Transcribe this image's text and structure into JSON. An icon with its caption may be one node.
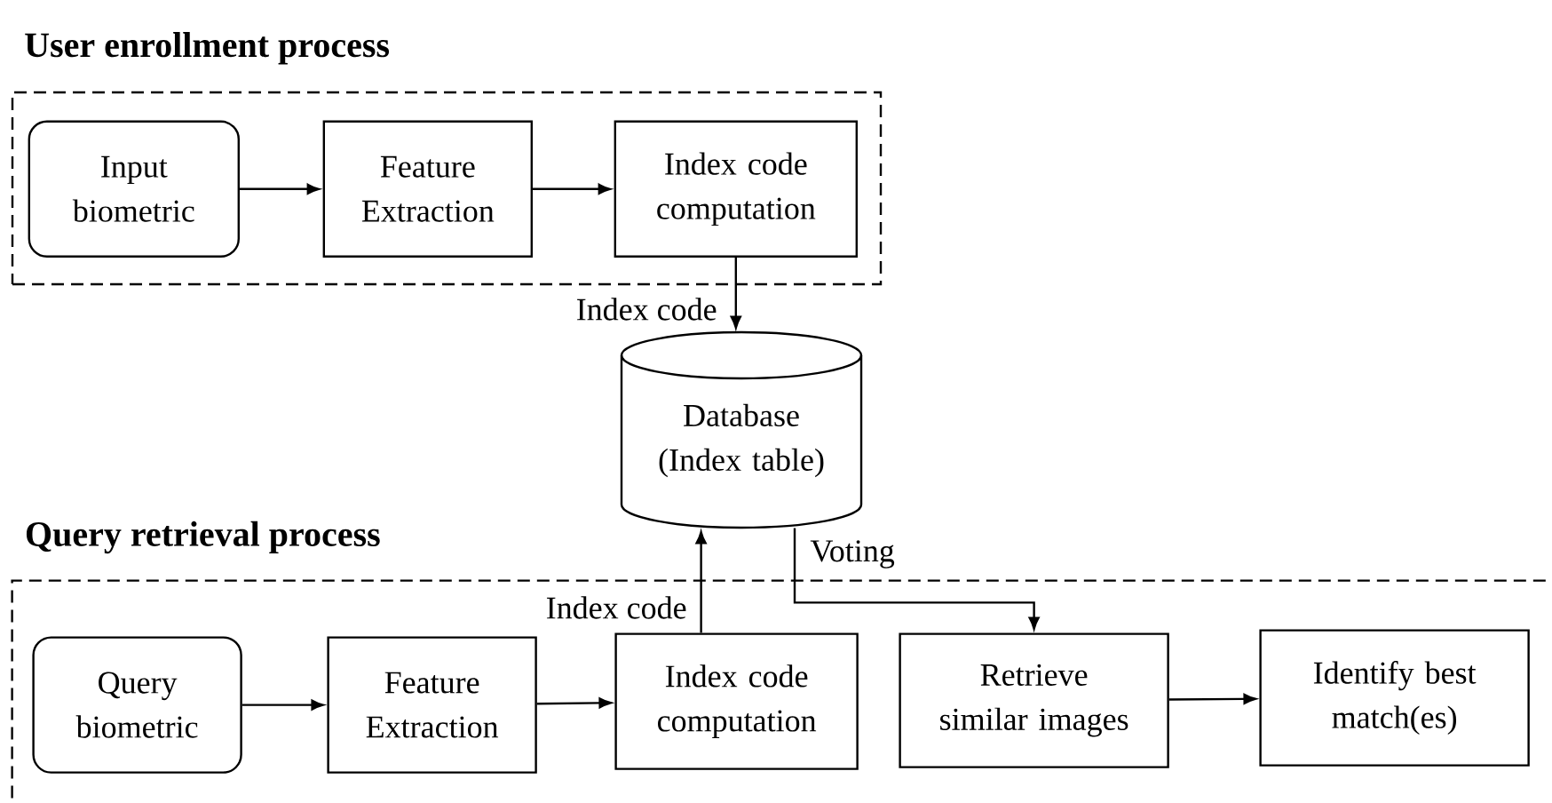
{
  "diagram": {
    "nodes": [
      {
        "text": [
          "User enrollment process"
        ]
      },
      {
        "text": [
          "Input biometric"
        ],
        "in": 0
      },
      {
        "text": [
          "Feature Extraction"
        ],
        "in": 0
      },
      {
        "text": [
          "Index code computation"
        ],
        "in": 0
      },
      {
        "text": [
          "Database (Index table)"
        ]
      },
      {
        "text": [
          "Query retrieval process"
        ]
      },
      {
        "text": [
          "Query biometric"
        ],
        "in": 5
      },
      {
        "text": [
          "Feature Extraction"
        ],
        "in": 5
      },
      {
        "text": [
          "Index code computation"
        ],
        "in": 5
      },
      {
        "text": [
          "Retrieve similar images"
        ],
        "in": 5
      },
      {
        "text": [
          "Identify best match(es)"
        ],
        "in": 5
      }
    ],
    "edges": [
      {
        "from": 1,
        "to": 2,
        "arrow": "to"
      },
      {
        "from": 2,
        "to": 3,
        "arrow": "to"
      },
      {
        "from": 3,
        "to": 4,
        "arrow": "to",
        "label": "Index code"
      },
      {
        "from": 6,
        "to": 7,
        "arrow": "to"
      },
      {
        "from": 7,
        "to": 8,
        "arrow": "to"
      },
      {
        "from": 8,
        "to": 4,
        "arrow": "to",
        "label": "Index code"
      },
      {
        "from": 4,
        "to": 9,
        "arrow": "to",
        "label": "Voting"
      },
      {
        "from": 9,
        "to": 10,
        "arrow": "to"
      }
    ]
  }
}
